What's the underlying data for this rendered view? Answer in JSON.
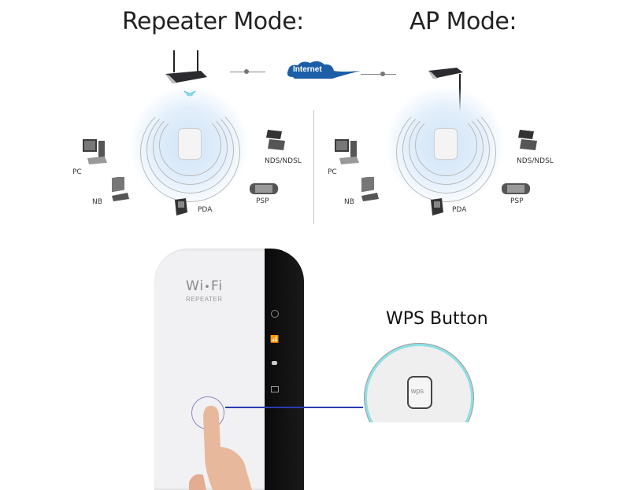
{
  "diagram": {
    "repeater_mode": {
      "title": "Repeater Mode:",
      "devices": [
        "PC",
        "NB",
        "PDA",
        "NDS/NDSL",
        "PSP"
      ]
    },
    "ap_mode": {
      "title": "AP Mode:",
      "devices": [
        "PC",
        "NB",
        "PDA",
        "NDS/NDSL",
        "PSP"
      ]
    },
    "cloud_label": "Internet"
  },
  "product": {
    "brand_line1": "Wi",
    "brand_line1b": "Fi",
    "brand_line2": "REPEATER",
    "wps_title": "WPS Button",
    "wps_label": "wps",
    "colors": {
      "body": "#f2f2f4",
      "panel": "#0d0d0d",
      "accent_line": "#2a3bb0",
      "ring": "#7fd9e0"
    }
  }
}
